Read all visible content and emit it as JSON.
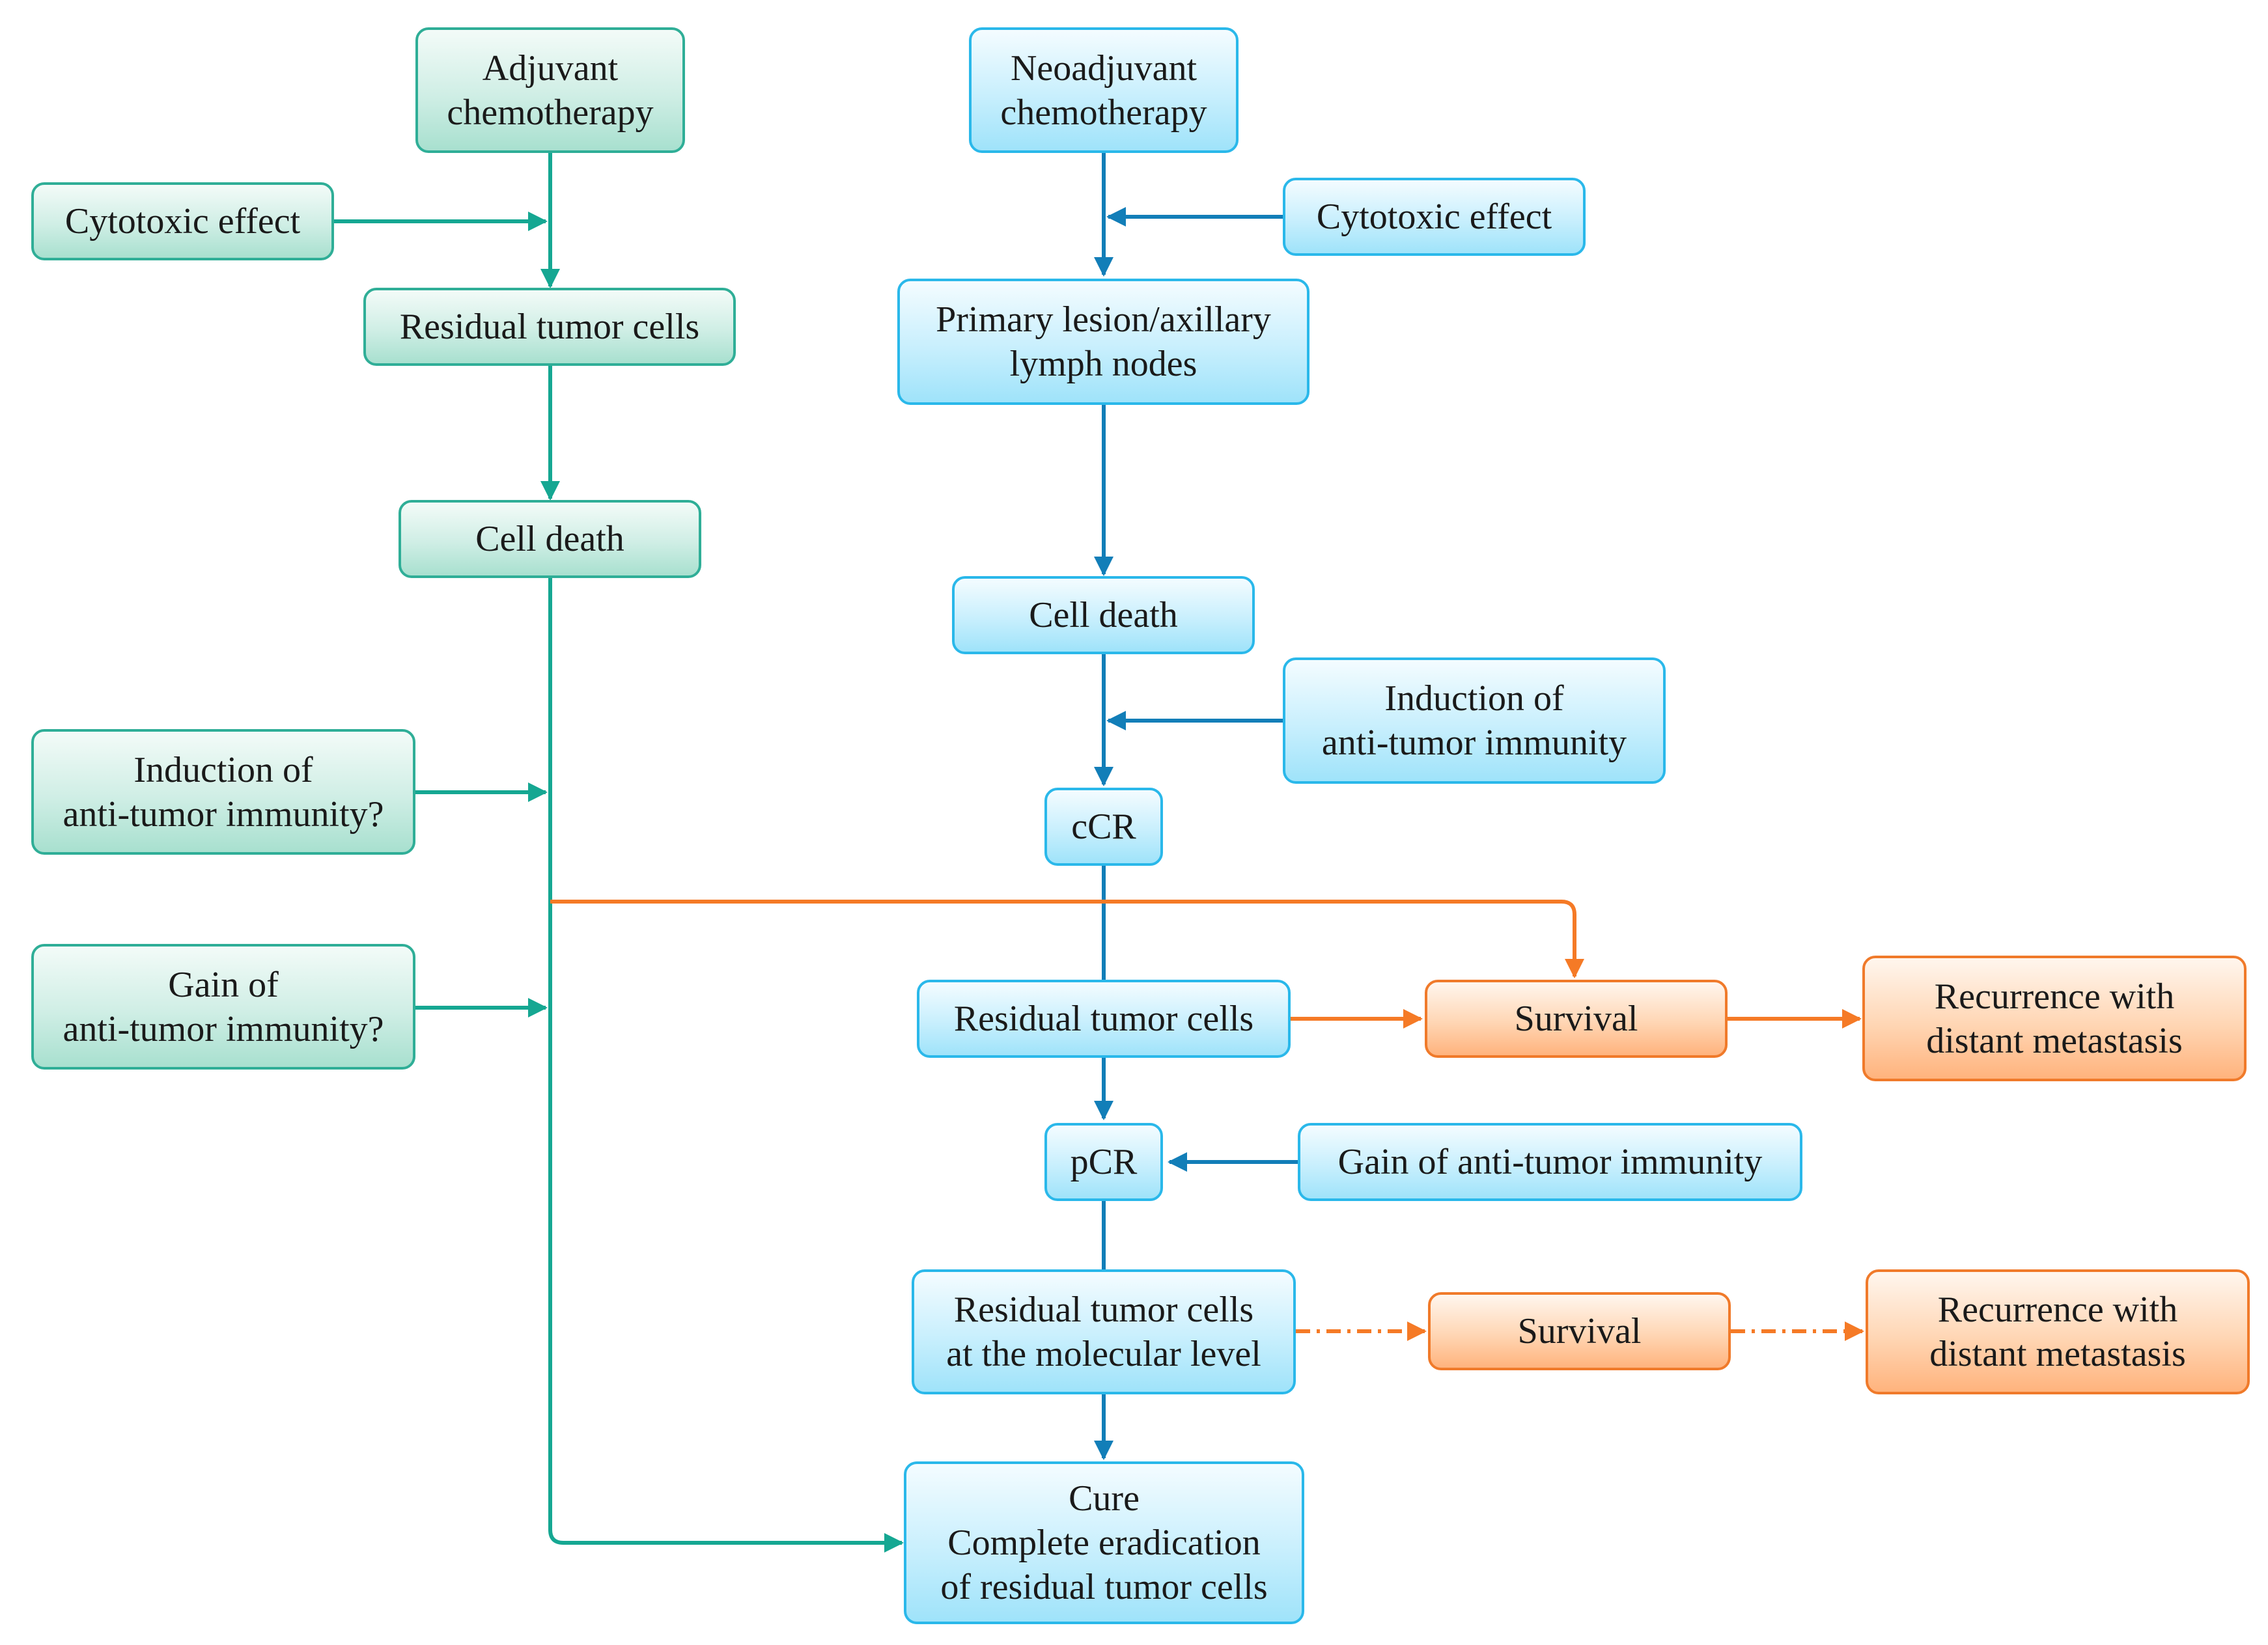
{
  "colors": {
    "adjuvant_line": "#15a792",
    "neoadjuvant_line": "#127eb8",
    "survival_line": "#f57a26"
  },
  "adjuvant": {
    "start": "Adjuvant\nchemotherapy",
    "cytotoxic": "Cytotoxic effect",
    "residual": "Residual tumor cells",
    "cell_death": "Cell death",
    "induction": "Induction of\nanti-tumor immunity?",
    "gain": "Gain of\nanti-tumor immunity?"
  },
  "neoadjuvant": {
    "start": "Neoadjuvant\nchemotherapy",
    "cytotoxic": "Cytotoxic effect",
    "primary": "Primary lesion/axillary\nlymph nodes",
    "cell_death": "Cell death",
    "induction": "Induction of\nanti-tumor immunity",
    "ccr": "cCR",
    "residual": "Residual tumor cells",
    "pcr": "pCR",
    "gain": "Gain of anti-tumor immunity",
    "residual_molecular": "Residual tumor cells\nat the molecular level",
    "cure": "Cure\nComplete eradication\nof residual tumor cells"
  },
  "outcomes": {
    "survival_1": "Survival",
    "recurrence_1": "Recurrence with\ndistant metastasis",
    "survival_2": "Survival",
    "recurrence_2": "Recurrence with\ndistant metastasis"
  }
}
